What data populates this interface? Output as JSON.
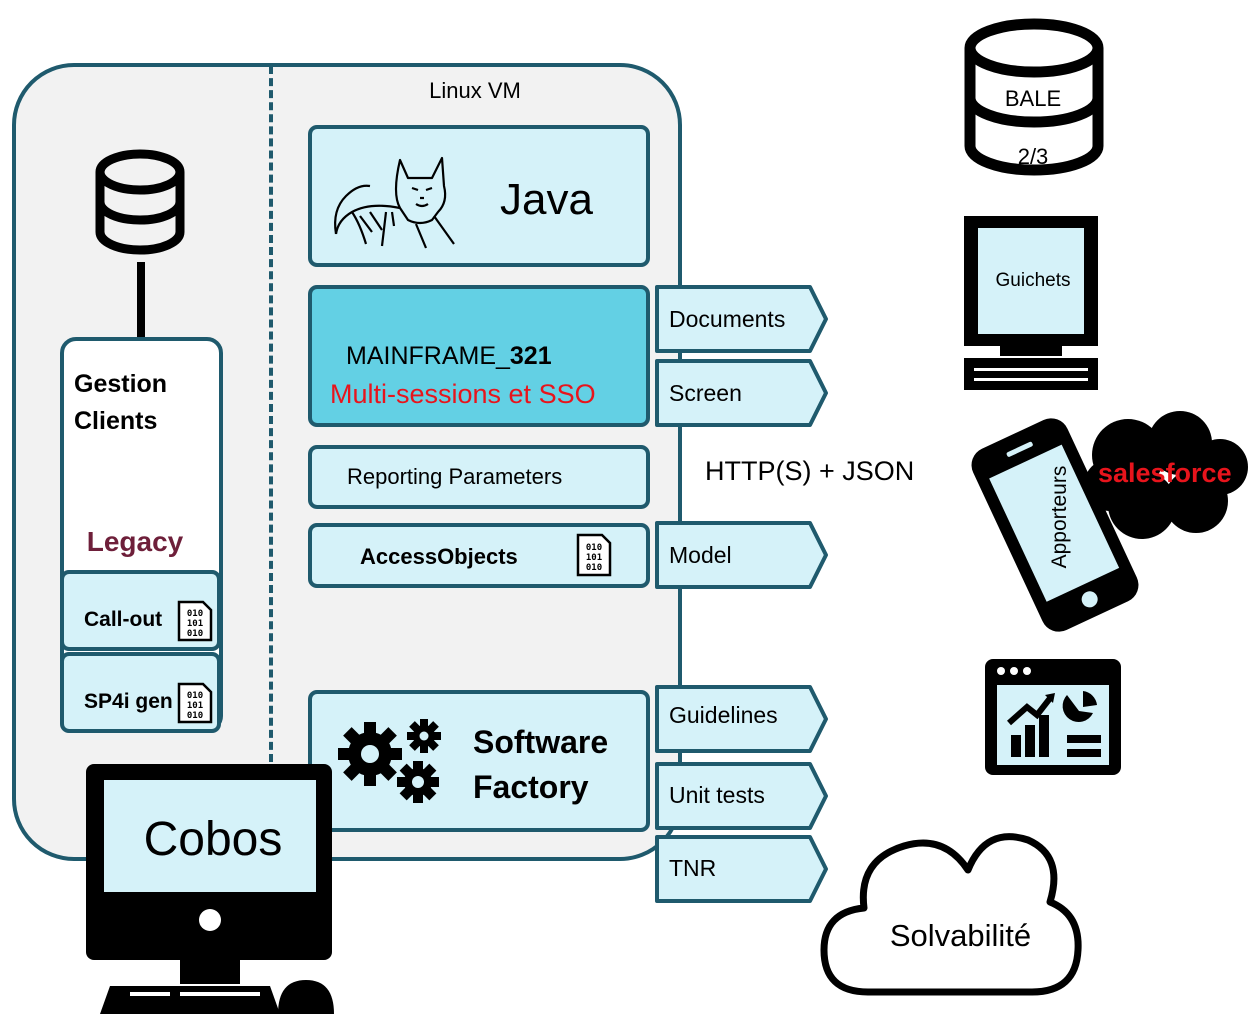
{
  "vm_label": "Linux VM",
  "left_panel": {
    "gestion_line1": "Gestion",
    "gestion_line2": "Clients",
    "legacy": "Legacy",
    "callout": "Call-out",
    "sp4i": "SP4i gen"
  },
  "java": {
    "label": "Java",
    "icon": "tomcat-icon"
  },
  "mainframe": {
    "name_prefix": "MAINFRAME_",
    "name_number": "321",
    "subtitle": "Multi-sessions et SSO",
    "subtitle_color": "#e8141c"
  },
  "reporting": "Reporting Parameters",
  "access_objects": "AccessObjects",
  "software_factory": {
    "line1": "Software",
    "line2": "Factory",
    "icon": "gears-icon"
  },
  "tags": {
    "documents": "Documents",
    "screen": "Screen",
    "model": "Model",
    "guidelines": "Guidelines",
    "unit_tests": "Unit tests",
    "tnr": "TNR"
  },
  "cobos": "Cobos",
  "protocol": "HTTP(S) + JSON",
  "right": {
    "bale": "BALE",
    "bale_fraction": "2/3",
    "guichets": "Guichets",
    "apporteurs": "Apporteurs",
    "salesforce": "salesforce",
    "dashboard_icon": "dashboard-icon",
    "solvabilite": "Solvabilité"
  },
  "colors": {
    "border": "#1f5a6d",
    "box_fill": "#d5f2f9",
    "box_fill_dark": "#63d0e4",
    "panel_fill": "#f2f2f2",
    "legacy": "#6e1f3a",
    "salesforce_text": "#e8141c"
  }
}
